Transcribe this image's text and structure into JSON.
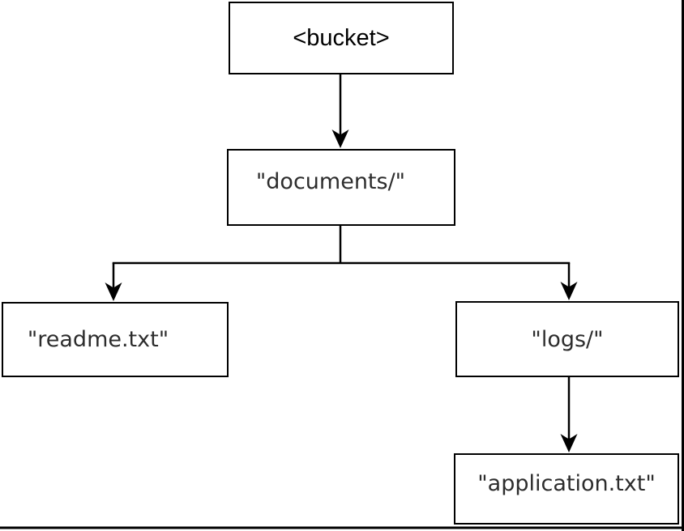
{
  "diagram": {
    "type": "tree",
    "description": "Bucket prefix hierarchy diagram",
    "nodes": [
      {
        "id": "bucket",
        "label": "<bucket>"
      },
      {
        "id": "documents",
        "label": "\"documents/\""
      },
      {
        "id": "readme",
        "label": "\"readme.txt\""
      },
      {
        "id": "logs",
        "label": "\"logs/\""
      },
      {
        "id": "application",
        "label": "\"application.txt\""
      }
    ],
    "edges": [
      {
        "from": "bucket",
        "to": "documents"
      },
      {
        "from": "documents",
        "to": "readme"
      },
      {
        "from": "documents",
        "to": "logs"
      },
      {
        "from": "logs",
        "to": "application"
      }
    ],
    "colors": {
      "background": "#ffffff",
      "box_fill": "#ffffff",
      "box_border": "#000000",
      "line": "#000000",
      "text": "#2d2d2d",
      "bucket_text": "#000000"
    }
  }
}
